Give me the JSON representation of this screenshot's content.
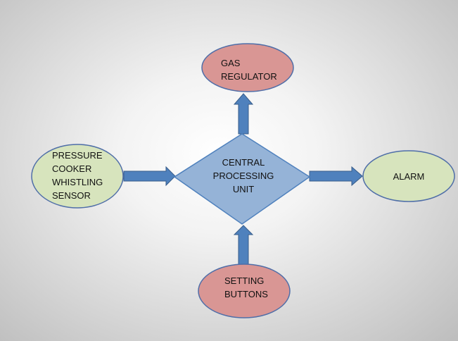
{
  "nodes": {
    "cpu": {
      "lines": [
        "CENTRAL",
        "PROCESSING",
        "UNIT"
      ],
      "fill": "#95b3d7",
      "stroke": "#4f81bd"
    },
    "gas_regulator": {
      "lines": [
        "GAS",
        "REGULATOR"
      ],
      "fill": "#d99694",
      "stroke": "#4f6ea8"
    },
    "sensor": {
      "lines": [
        "PRESSURE",
        "COOKER",
        "WHISTLING",
        "SENSOR"
      ],
      "fill": "#d7e4bd",
      "stroke": "#4f6ea8"
    },
    "alarm": {
      "lines": [
        "ALARM"
      ],
      "fill": "#d7e4bd",
      "stroke": "#4f6ea8"
    },
    "setting_buttons": {
      "lines": [
        "SETTING",
        "BUTTONS"
      ],
      "fill": "#d99694",
      "stroke": "#4f6ea8"
    }
  },
  "arrow_color": "#4f81bd",
  "arrow_outline": "#385d8a"
}
